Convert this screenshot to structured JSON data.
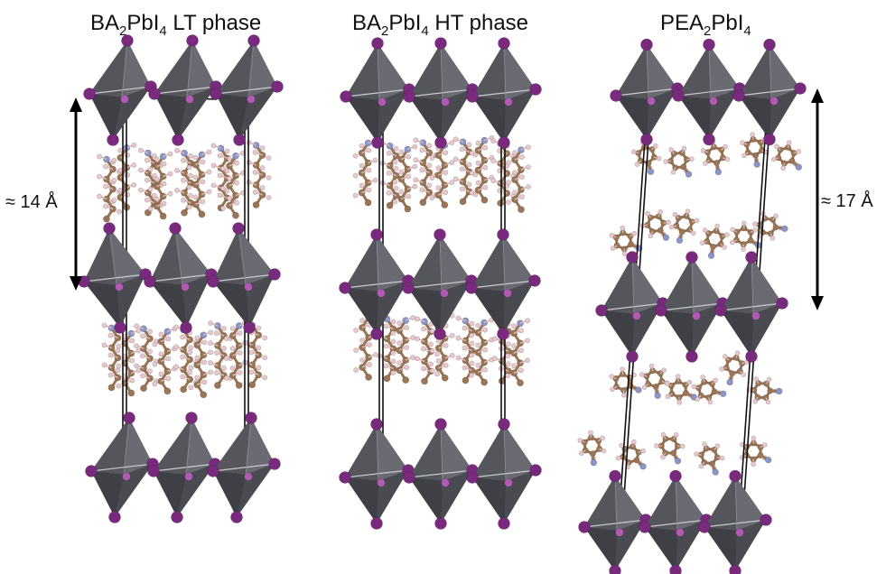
{
  "panels": [
    {
      "id": "ba-lt",
      "title_parts": [
        {
          "text": "BA",
          "sub": false
        },
        {
          "text": "2",
          "sub": true
        },
        {
          "text": "PbI",
          "sub": false
        },
        {
          "text": "4",
          "sub": true
        },
        {
          "text": " LT phase",
          "sub": false
        }
      ],
      "spacing_label": "≈ 14 Å",
      "organic": "chain"
    },
    {
      "id": "ba-ht",
      "title_parts": [
        {
          "text": "BA",
          "sub": false
        },
        {
          "text": "2",
          "sub": true
        },
        {
          "text": "PbI",
          "sub": false
        },
        {
          "text": "4",
          "sub": true
        },
        {
          "text": " HT phase",
          "sub": false
        }
      ],
      "spacing_label": "",
      "organic": "chain"
    },
    {
      "id": "pea",
      "title_parts": [
        {
          "text": "PEA",
          "sub": false
        },
        {
          "text": "2",
          "sub": true
        },
        {
          "text": "PbI",
          "sub": false
        },
        {
          "text": "4",
          "sub": true
        }
      ],
      "spacing_label": "≈ 17 Å",
      "organic": "ring"
    }
  ],
  "colors": {
    "octahedron_dark": "#2e2e32",
    "octahedron_face": "#55565c",
    "octahedron_light": "#6a6b72",
    "iodine": "#7a2a7e",
    "iodine_highlight": "#b15ab4",
    "carbon": "#9b7656",
    "hydrogen": "#e9c9cd",
    "nitrogen": "#8a95c8",
    "cell_line": "#111111"
  }
}
